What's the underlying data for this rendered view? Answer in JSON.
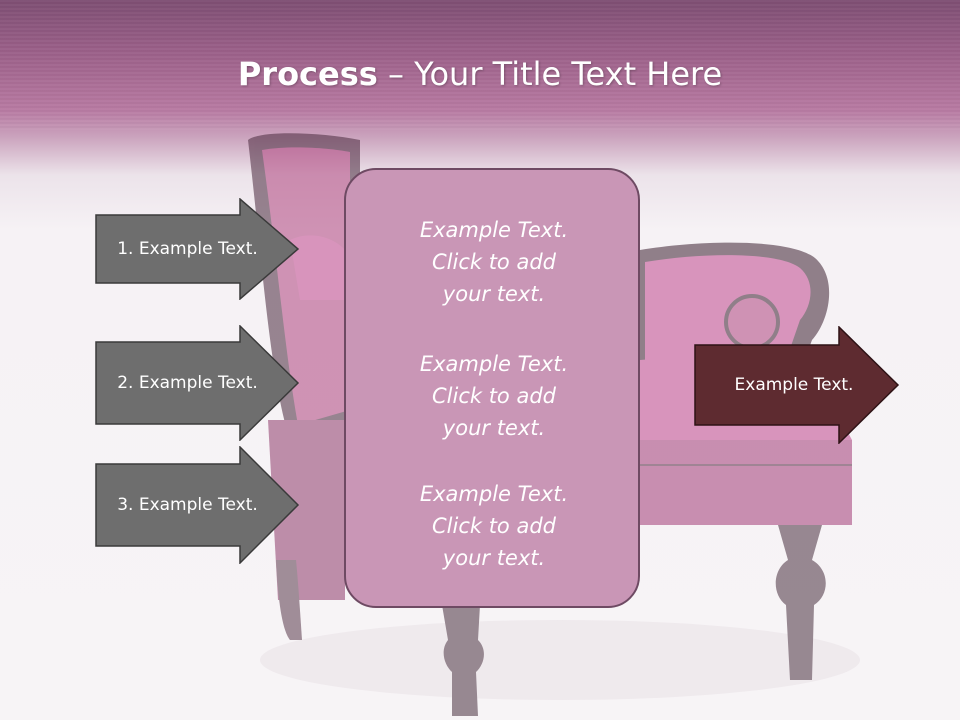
{
  "slide": {
    "title_bold": "Process",
    "title_separator": " – ",
    "title_rest": "Your Title Text Here",
    "left_steps": [
      {
        "label": "1. Example Text."
      },
      {
        "label": "2. Example Text."
      },
      {
        "label": "3. Example Text."
      }
    ],
    "center_box": {
      "paragraphs": [
        "Example Text.\nClick  to add\nyour text.",
        "Example Text.\nClick  to add\nyour text.",
        "Example Text.\nClick  to add\nyour text."
      ]
    },
    "right_step": {
      "label": "Example Text."
    }
  },
  "colors": {
    "title_band": "#9a5f88",
    "left_arrow_fill": "#6e6e6e",
    "center_box_fill": "#c996b6",
    "right_arrow_fill": "#5e2b30",
    "chair_fabric": "#c0488f"
  },
  "icons": {
    "background_image": "armchair-illustration"
  }
}
